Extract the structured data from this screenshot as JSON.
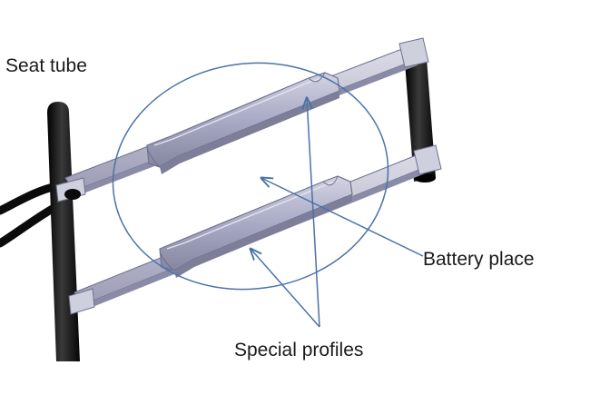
{
  "labels": {
    "seat_tube": "Seat tube",
    "battery_place": "Battery place",
    "special_profiles": "Special profiles"
  },
  "colors": {
    "annotation": "#4a72a8",
    "tube_dark": "#111111",
    "profile_fill": "#a8a9c4",
    "profile_highlight": "#c9cadb",
    "profile_shadow": "#6f7090",
    "bracket_fill": "#cfd0de"
  }
}
